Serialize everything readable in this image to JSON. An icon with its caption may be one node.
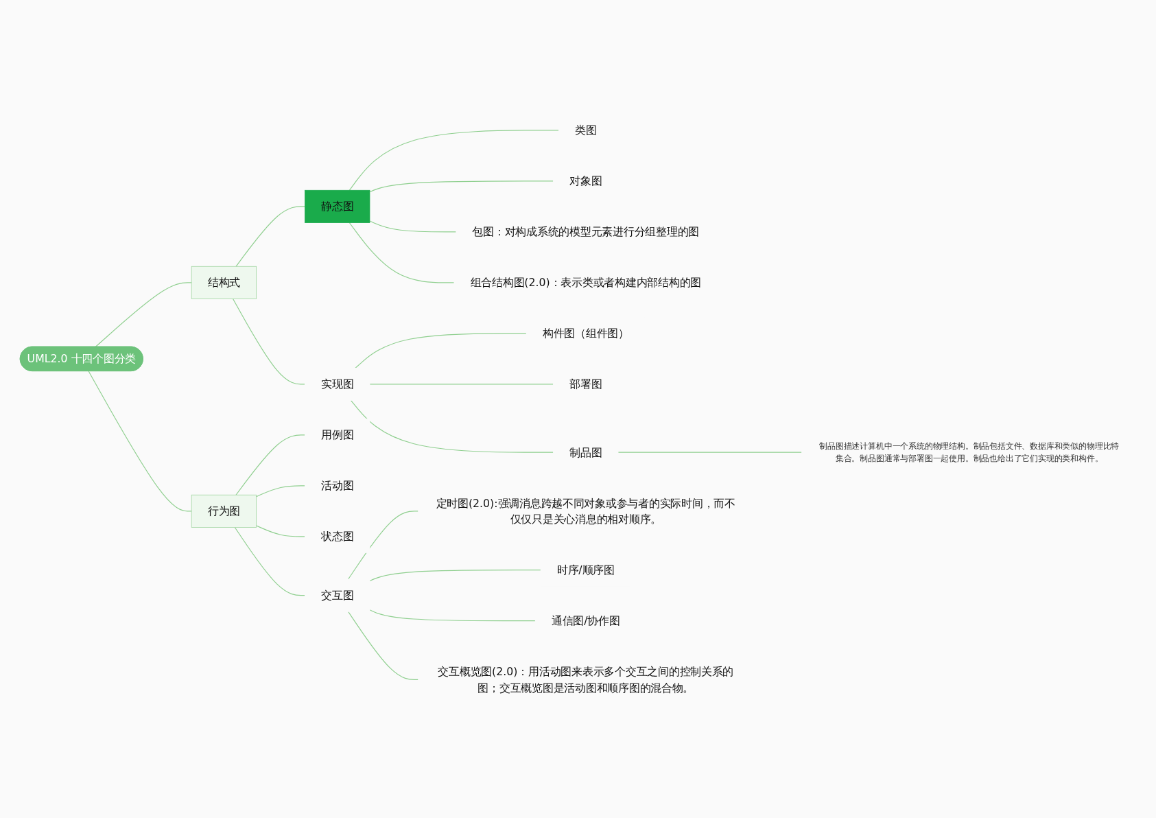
{
  "diagram": {
    "nodes": [
      {
        "text": [
          "UML2.0 十四个图分类"
        ]
      },
      {
        "text": [
          "结构式"
        ]
      },
      {
        "text": [
          "静态图"
        ]
      },
      {
        "text": [
          "类图"
        ]
      },
      {
        "text": [
          "对象图"
        ]
      },
      {
        "text": [
          "包图：对构成系统的模型元素进行分组整理的图"
        ]
      },
      {
        "text": [
          "组合结构图(2.0)：表示类或者构建内部结构的图"
        ]
      },
      {
        "text": [
          "实现图"
        ]
      },
      {
        "text": [
          "构件图（组件图）"
        ]
      },
      {
        "text": [
          "部署图"
        ]
      },
      {
        "text": [
          "制品图"
        ]
      },
      {
        "text": [
          "制品图描述计算机中一个系统的物理结构。制品包括文件、数据库和类似的物理比特集合。制品图通常与部署图一起使用。制品也给出了它们实现的类和构件。"
        ]
      },
      {
        "text": [
          "行为图"
        ]
      },
      {
        "text": [
          "用例图"
        ]
      },
      {
        "text": [
          "活动图"
        ]
      },
      {
        "text": [
          "状态图"
        ]
      },
      {
        "text": [
          "交互图"
        ]
      },
      {
        "text": [
          "定时图(2.0):强调消息跨越不同对象或参与者的实际时间，而不仅仅只是关心消息的相对顺序。"
        ]
      },
      {
        "text": [
          "时序/顺序图"
        ]
      },
      {
        "text": [
          "通信图/协作图"
        ]
      },
      {
        "text": [
          "交互概览图(2.0)：用活动图来表示多个交互之间的控制关系的图；交互概览图是活动图和顺序图的混合物。"
        ]
      }
    ],
    "edges": [
      {
        "from": 0,
        "to": 1,
        "arrow": "none"
      },
      {
        "from": 1,
        "to": 2,
        "arrow": "none"
      },
      {
        "from": 2,
        "to": 3,
        "arrow": "none"
      },
      {
        "from": 2,
        "to": 4,
        "arrow": "none"
      },
      {
        "from": 2,
        "to": 5,
        "arrow": "none"
      },
      {
        "from": 2,
        "to": 6,
        "arrow": "none"
      },
      {
        "from": 1,
        "to": 7,
        "arrow": "none"
      },
      {
        "from": 7,
        "to": 8,
        "arrow": "none"
      },
      {
        "from": 7,
        "to": 9,
        "arrow": "none"
      },
      {
        "from": 7,
        "to": 10,
        "arrow": "none"
      },
      {
        "from": 10,
        "to": 11,
        "arrow": "none"
      },
      {
        "from": 0,
        "to": 12,
        "arrow": "none"
      },
      {
        "from": 12,
        "to": 13,
        "arrow": "none"
      },
      {
        "from": 12,
        "to": 14,
        "arrow": "none"
      },
      {
        "from": 12,
        "to": 15,
        "arrow": "none"
      },
      {
        "from": 12,
        "to": 16,
        "arrow": "none"
      },
      {
        "from": 16,
        "to": 17,
        "arrow": "none"
      },
      {
        "from": 16,
        "to": 18,
        "arrow": "none"
      },
      {
        "from": 16,
        "to": 19,
        "arrow": "none"
      },
      {
        "from": 16,
        "to": 20,
        "arrow": "none"
      }
    ]
  }
}
